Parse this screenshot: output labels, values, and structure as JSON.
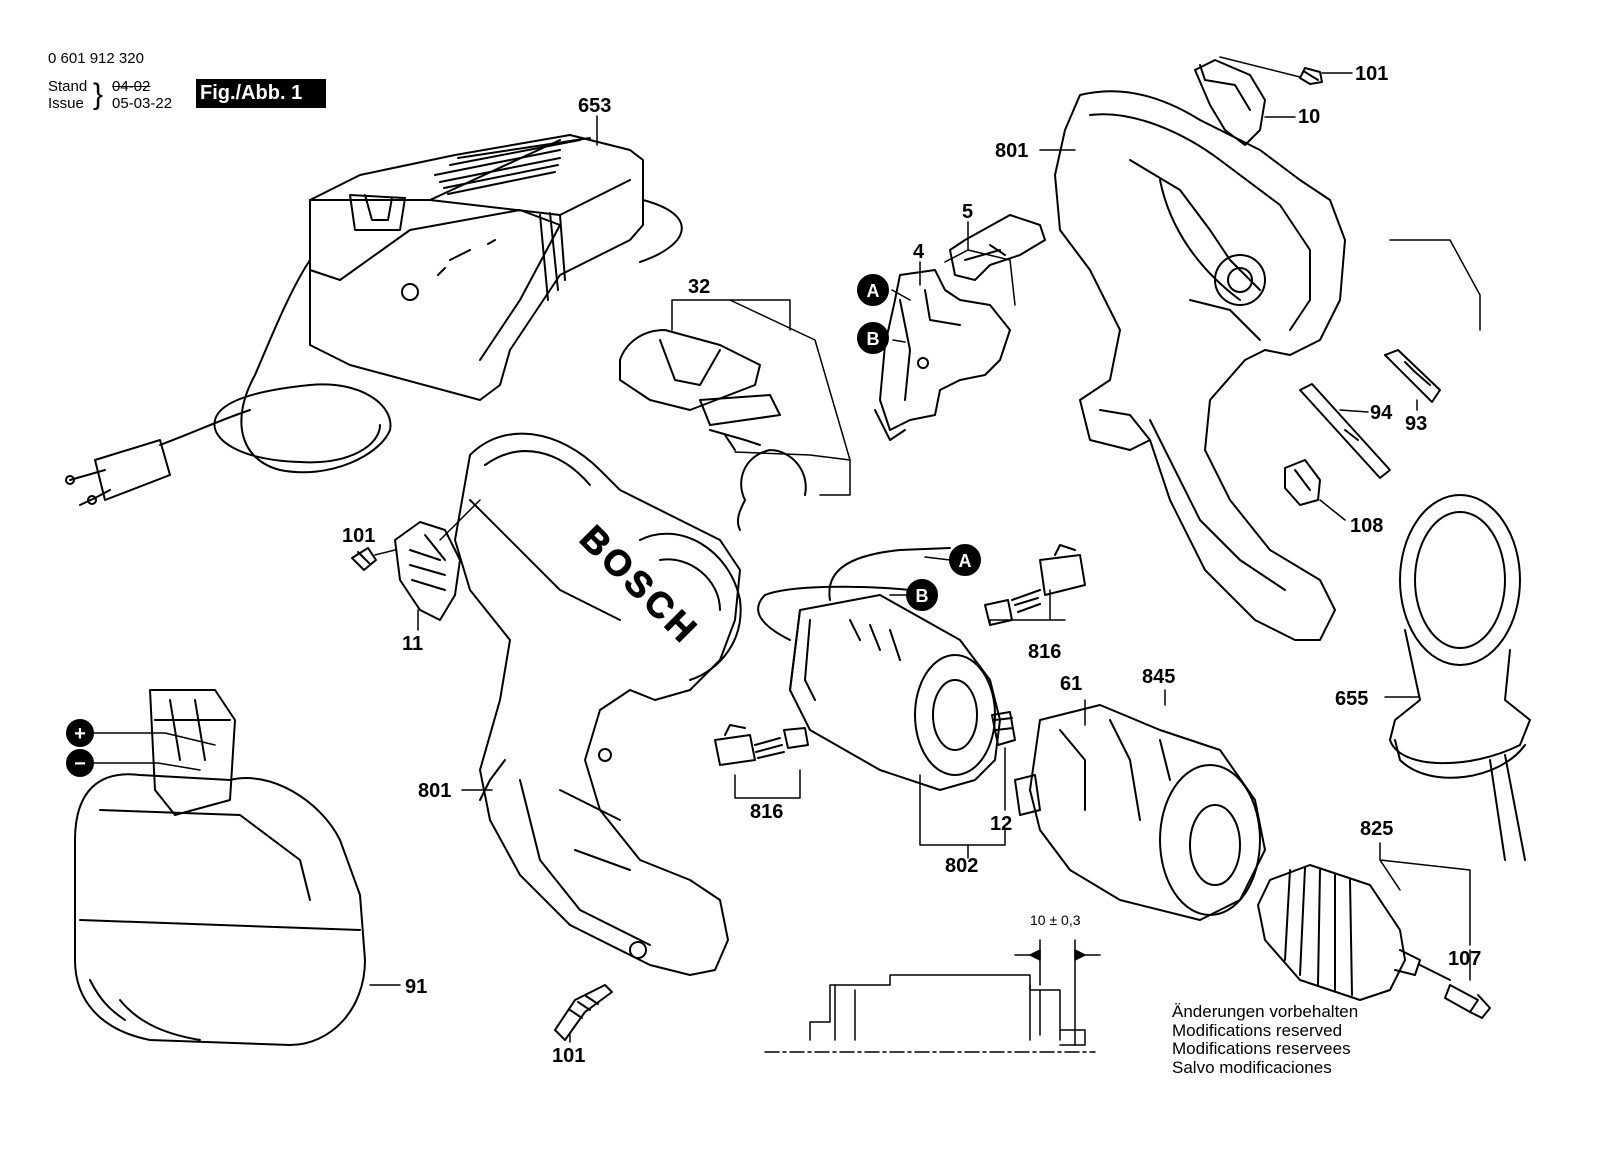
{
  "header": {
    "part_number": "0 601 912 320",
    "stand_label": "Stand",
    "stand_value": "04-02",
    "issue_label": "Issue",
    "issue_value": "05-03-22",
    "figure_label": "Fig./Abb. 1"
  },
  "brand_text": "BOSCH",
  "dimension_label": "10 ± 0,3",
  "callouts": [
    {
      "id": "101-top",
      "text": "101"
    },
    {
      "id": "10",
      "text": "10"
    },
    {
      "id": "801-top",
      "text": "801"
    },
    {
      "id": "653",
      "text": "653"
    },
    {
      "id": "5",
      "text": "5"
    },
    {
      "id": "4",
      "text": "4"
    },
    {
      "id": "32",
      "text": "32"
    },
    {
      "id": "94",
      "text": "94"
    },
    {
      "id": "93",
      "text": "93"
    },
    {
      "id": "108",
      "text": "108"
    },
    {
      "id": "101-left",
      "text": "101"
    },
    {
      "id": "11",
      "text": "11"
    },
    {
      "id": "816-top",
      "text": "816"
    },
    {
      "id": "61",
      "text": "61"
    },
    {
      "id": "845",
      "text": "845"
    },
    {
      "id": "655",
      "text": "655"
    },
    {
      "id": "801-bottom",
      "text": "801"
    },
    {
      "id": "816-bottom",
      "text": "816"
    },
    {
      "id": "12",
      "text": "12"
    },
    {
      "id": "802",
      "text": "802"
    },
    {
      "id": "825",
      "text": "825"
    },
    {
      "id": "107",
      "text": "107"
    },
    {
      "id": "91",
      "text": "91"
    },
    {
      "id": "101-bottom",
      "text": "101"
    }
  ],
  "markers": [
    {
      "id": "A-switch",
      "text": "A"
    },
    {
      "id": "B-switch",
      "text": "B"
    },
    {
      "id": "A-motor",
      "text": "A"
    },
    {
      "id": "B-motor",
      "text": "B"
    },
    {
      "id": "plus",
      "text": "+"
    },
    {
      "id": "minus",
      "text": "−"
    }
  ],
  "notes": [
    "Änderungen vorbehalten",
    "Modifications reserved",
    "Modifications reservees",
    "Salvo modificaciones"
  ]
}
